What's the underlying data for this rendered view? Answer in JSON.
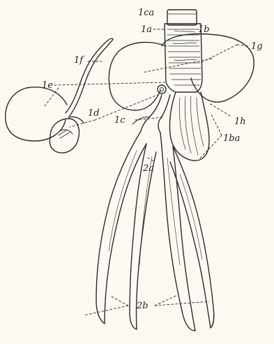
{
  "diagram": {
    "ink": "#2b2b2b",
    "paper": "#fbf9f2",
    "labels": {
      "l1ca": "1ca",
      "l1a": "1a",
      "l1b": "1b",
      "l1g": "1g",
      "l1f": "1f",
      "l1e": "1e",
      "l1d": "1d",
      "l1c": "1c",
      "l1h": "1h",
      "l1ba": "1ba",
      "l2a": "2a",
      "l2b": "2b"
    }
  }
}
